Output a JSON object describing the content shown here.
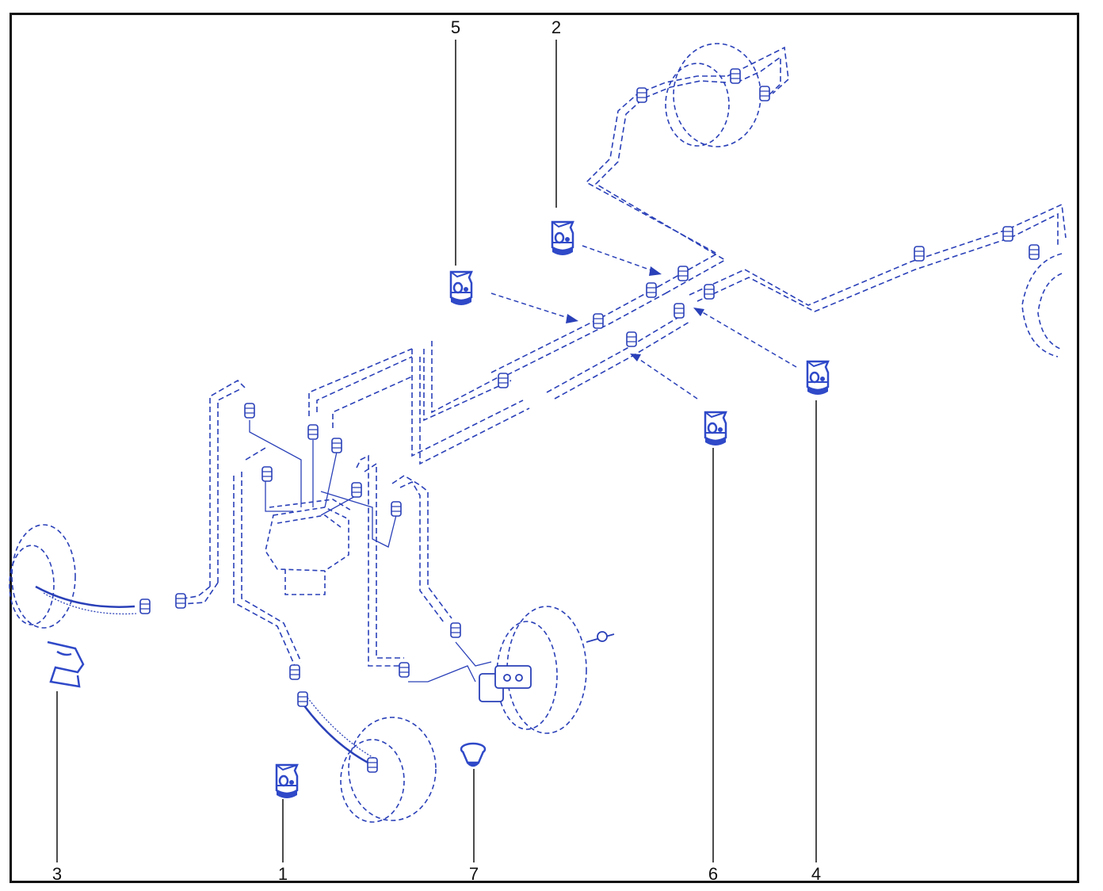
{
  "colors": {
    "line": "#2a40b8",
    "fill": "#2f49c8",
    "leader": "#111111",
    "frame": "#111111"
  },
  "callouts": [
    {
      "id": "5",
      "label": "5"
    },
    {
      "id": "2",
      "label": "2"
    },
    {
      "id": "3",
      "label": "3"
    },
    {
      "id": "1",
      "label": "1"
    },
    {
      "id": "7",
      "label": "7"
    },
    {
      "id": "6",
      "label": "6"
    },
    {
      "id": "4",
      "label": "4"
    }
  ]
}
